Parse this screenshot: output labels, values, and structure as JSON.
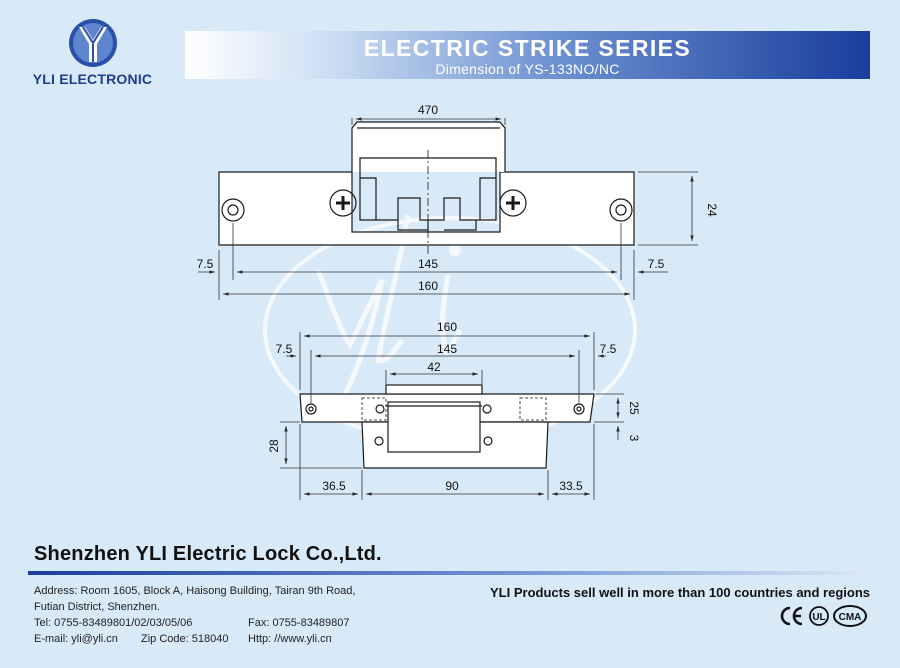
{
  "brand": {
    "logo_text": "YLI ELECTRONIC"
  },
  "header": {
    "title": "ELECTRIC STRIKE SERIES",
    "subtitle": "Dimension of YS-133NO/NC"
  },
  "top_view": {
    "top_width": "470",
    "height": "24",
    "left_offset": "7.5",
    "right_offset": "7.5",
    "hole_spacing": "145",
    "total_length": "160"
  },
  "side_view": {
    "total_length": "160",
    "left_offset": "7.5",
    "hole_spacing": "145",
    "right_offset": "7.5",
    "latch_width": "42",
    "plate_height": "25",
    "lip": "3",
    "body_height": "28",
    "left_segment": "36.5",
    "body_length": "90",
    "right_segment": "33.5"
  },
  "footer": {
    "company": "Shenzhen YLI Electric Lock Co.,Ltd.",
    "address_line1": "Address: Room 1605, Block A, Haisong Building, Tairan 9th Road,",
    "address_line2": "Futian District, Shenzhen.",
    "tel": "Tel: 0755-83489801/02/03/05/06",
    "fax": "Fax: 0755-83489807",
    "email": "E-mail: yli@yli.cn",
    "zip": "Zip Code: 518040",
    "http": "Http: //www.yli.cn",
    "slogan": "YLI Products sell well in more than 100 countries and regions"
  },
  "colors": {
    "background": "#d8e9f8",
    "brand_blue": "#1a3d9c"
  }
}
